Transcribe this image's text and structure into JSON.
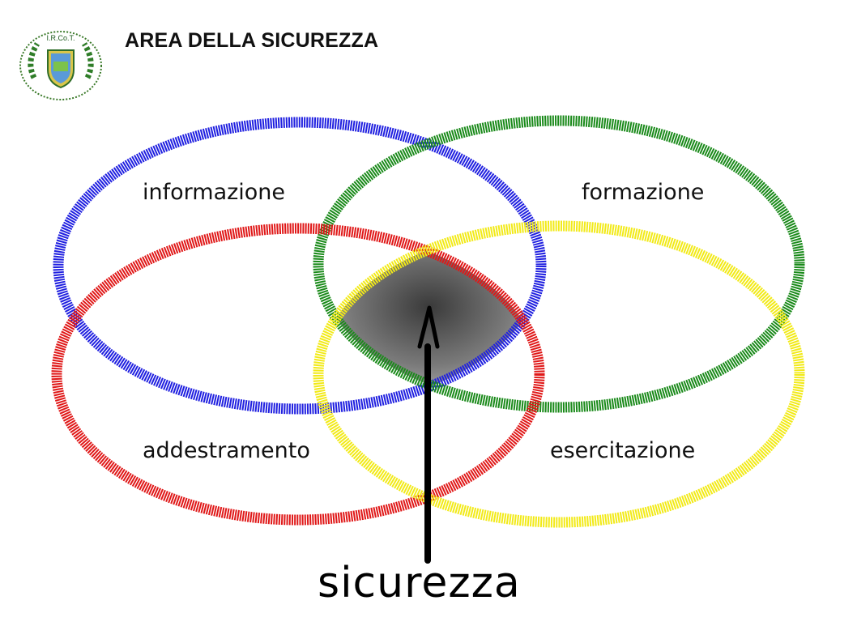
{
  "header": {
    "title": "AREA DELLA SICUREZZA",
    "logo_text": "I.R.Co.T."
  },
  "diagram": {
    "sets": [
      {
        "key": "informazione",
        "label": "informazione",
        "color": "#2020e0"
      },
      {
        "key": "formazione",
        "label": "formazione",
        "color": "#1a8a1a"
      },
      {
        "key": "addestramento",
        "label": "addestramento",
        "color": "#e01818"
      },
      {
        "key": "esercitazione",
        "label": "esercitazione",
        "color": "#f2ea18"
      }
    ],
    "intersection_label": "sicurezza",
    "intersection_fill": "#6e6e6e",
    "arrow_color": "#000000"
  }
}
